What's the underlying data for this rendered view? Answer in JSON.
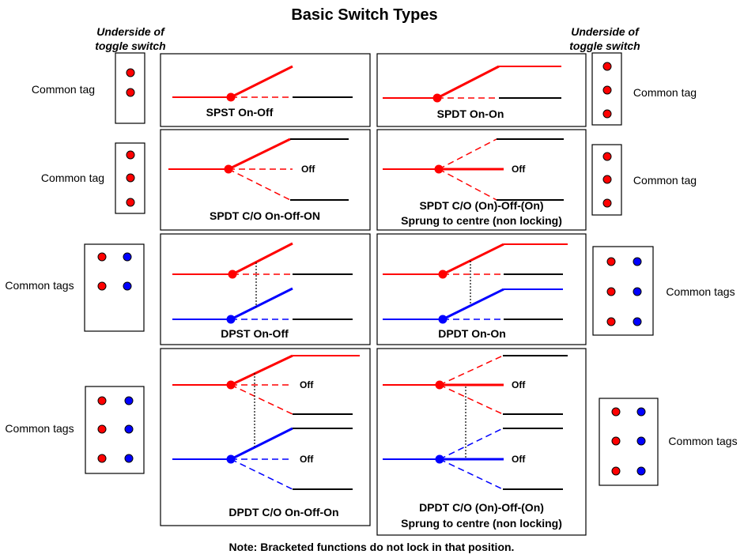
{
  "title": "Basic Switch Types",
  "underside_left": [
    "Underside of",
    "toggle switch"
  ],
  "underside_right": [
    "Underside of",
    "toggle switch"
  ],
  "common_tag": "Common tag",
  "common_tags": "Common tags",
  "off": "Off",
  "captions": {
    "spst": [
      "SPST  On-Off"
    ],
    "spdt": [
      "SPDT  On-On"
    ],
    "spdt_co": [
      "SPDT C/O  On-Off-ON"
    ],
    "spdt_co_sprung": [
      "SPDT C/O (On)-Off-(On)",
      "Sprung to centre (non locking)"
    ],
    "dpst": [
      "DPST On-Off"
    ],
    "dpdt": [
      "DPDT  On-On"
    ],
    "dpdt_co": [
      "DPDT C/O  On-Off-On"
    ],
    "dpdt_co_sprung": [
      "DPDT C/O (On)-Off-(On)",
      "Sprung to centre (non locking)"
    ]
  },
  "note": "Note: Bracketed functions do not lock in that position.",
  "colors": {
    "pole1": "#ff0000",
    "pole2": "#0000ff",
    "contact": "#000000",
    "link": "#000000"
  }
}
